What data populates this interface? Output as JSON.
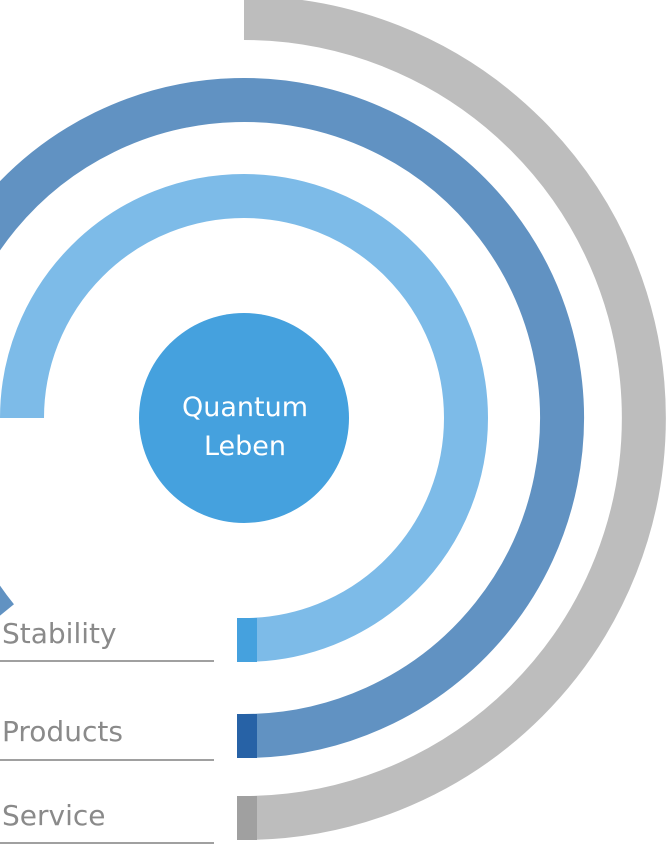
{
  "center": {
    "line1": "Quantum",
    "line2": "Leben",
    "color": "#45a1de"
  },
  "chart_data": {
    "type": "radial-bar",
    "unit": "degrees of arc",
    "series": [
      {
        "name": "Stability",
        "value": 270,
        "color": "#7dbbe8",
        "accent": "#45a1de"
      },
      {
        "name": "Products",
        "value": 309,
        "color": "#6192c2",
        "accent": "#2762a6"
      },
      {
        "name": "Service",
        "value": 180,
        "color": "#bdbdbd",
        "accent": "#a0a0a0"
      }
    ]
  }
}
